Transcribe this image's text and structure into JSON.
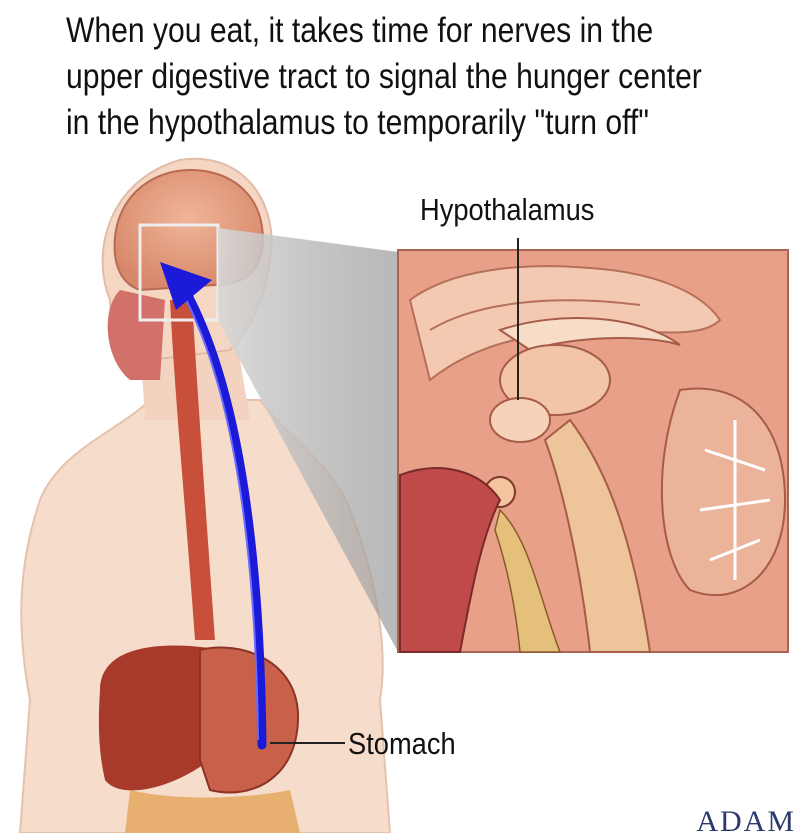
{
  "caption": {
    "lines": [
      "When you eat, it takes time for nerves in the",
      "upper digestive tract to signal the hunger center",
      "in the hypothalamus to temporarily \"turn off\""
    ]
  },
  "labels": {
    "hypothalamus": "Hypothalamus",
    "stomach": "Stomach"
  },
  "logo": {
    "text": "ADAM"
  },
  "colors": {
    "arrow": "#1a1ad8",
    "tissue": "#e8a088",
    "skin": "#f6dccb",
    "organ": "#c8503a"
  }
}
